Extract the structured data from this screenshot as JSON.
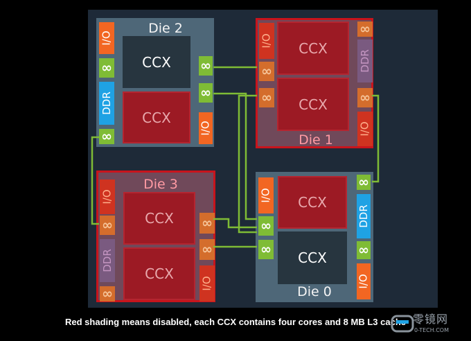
{
  "caption": "Red shading means disabled, each CCX contains four cores and 8 MB L3 cache",
  "watermark": {
    "title": "零镜网",
    "url": "0-TECH.COM"
  },
  "colors": {
    "enabled_link": "#7fbc35",
    "disabled_link": "#d46d2c",
    "io": "#f26622",
    "ddr": "#1fa2e4",
    "disabled_border": "#c8141c"
  },
  "dies": [
    {
      "name": "Die 2",
      "disabled": false,
      "ccx": [
        {
          "label": "CCX",
          "disabled": false
        },
        {
          "label": "CCX",
          "disabled": true
        }
      ],
      "io": "I/O",
      "ddr": "DDR",
      "link_icon": "infinity-fabric-icon"
    },
    {
      "name": "Die 1",
      "disabled": true,
      "ccx": [
        {
          "label": "CCX",
          "disabled": true
        },
        {
          "label": "CCX",
          "disabled": true
        }
      ],
      "io": "I/O",
      "ddr": "DDR",
      "link_icon": "infinity-fabric-icon"
    },
    {
      "name": "Die 3",
      "disabled": true,
      "ccx": [
        {
          "label": "CCX",
          "disabled": true
        },
        {
          "label": "CCX",
          "disabled": true
        }
      ],
      "io": "I/O",
      "ddr": "DDR",
      "link_icon": "infinity-fabric-icon"
    },
    {
      "name": "Die 0",
      "disabled": false,
      "ccx": [
        {
          "label": "CCX",
          "disabled": true
        },
        {
          "label": "CCX",
          "disabled": false
        }
      ],
      "io": "I/O",
      "ddr": "DDR",
      "link_icon": "infinity-fabric-icon"
    }
  ]
}
